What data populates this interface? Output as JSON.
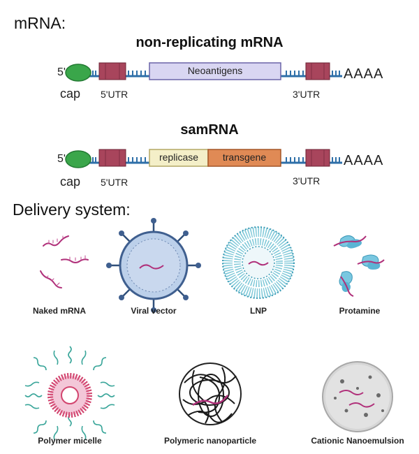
{
  "headings": {
    "mrna": "mRNA:",
    "delivery": "Delivery system:"
  },
  "constructs": {
    "nonrep": {
      "title": "non-replicating mRNA",
      "five_prime": "5'",
      "cap": "cap",
      "utr5": "5'UTR",
      "utr3": "3'UTR",
      "polyA": "AAAA",
      "segment": "Neoantigens"
    },
    "sam": {
      "title": "samRNA",
      "five_prime": "5'",
      "cap": "cap",
      "utr5": "5'UTR",
      "utr3": "3'UTR",
      "polyA": "AAAA",
      "segment1": "replicase",
      "segment2": "transgene"
    }
  },
  "delivery": [
    "Naked mRNA",
    "Viral vector",
    "LNP",
    "Protamine",
    "Polymer micelle",
    "Polymeric nanoparticle",
    "Cationic Nanoemulsion"
  ],
  "colors": {
    "cap_green": "#3aa64a",
    "utr_red": "#a8455c",
    "backbone_blue": "#2e6fa8",
    "neoantigen_lavender": "#d9d6f2",
    "replicase_cream": "#f4efc8",
    "transgene_orange": "#e08a55",
    "mrna_magenta": "#b0307a"
  }
}
